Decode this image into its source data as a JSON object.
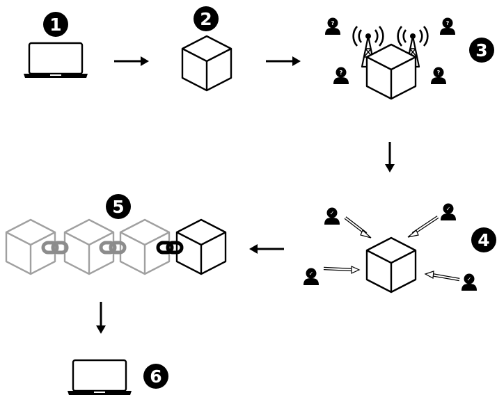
{
  "steps": [
    {
      "number": "1",
      "icon": "laptop-icon"
    },
    {
      "number": "2",
      "icon": "block-icon"
    },
    {
      "number": "3",
      "icon": "broadcast-block-icon"
    },
    {
      "number": "4",
      "icon": "validated-block-icon"
    },
    {
      "number": "5",
      "icon": "blockchain-icon"
    },
    {
      "number": "6",
      "icon": "laptop-icon"
    }
  ],
  "broadcast_users_mark": "?",
  "validator_users_mark": "✓",
  "colors": {
    "ink": "#000000",
    "background": "#ffffff",
    "chain_gray": "#a0a0a0",
    "link_gray": "#8c8c8c"
  }
}
